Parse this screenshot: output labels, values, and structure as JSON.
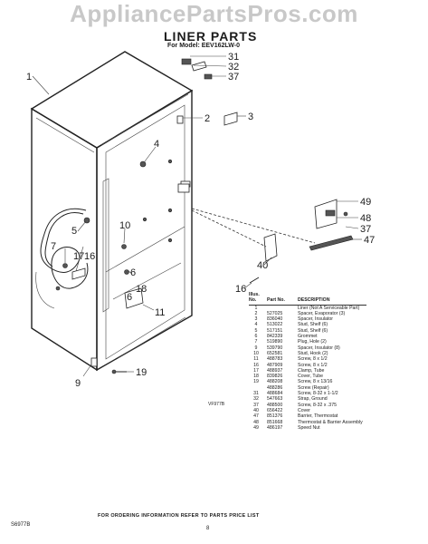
{
  "watermark": "AppliancePartsPros.com",
  "header": {
    "title": "LINER PARTS",
    "model": "For Model: EEV162LW-0"
  },
  "callouts": {
    "c1": "1",
    "c2": "2",
    "c3": "3",
    "c4": "4",
    "c5": "5",
    "c6a": "6",
    "c6b": "6",
    "c7": "7",
    "c9": "9",
    "c10": "10",
    "c11": "11",
    "c16a": "16",
    "c16b": "16",
    "c17": "17",
    "c18": "18",
    "c19": "19",
    "c31": "31",
    "c32": "32",
    "c37a": "37",
    "c37b": "37",
    "c40": "40",
    "c47": "47",
    "c48": "48",
    "c49": "49"
  },
  "figure_code": "VF977B",
  "parts_table": {
    "headers": {
      "illus": "Illus. No.",
      "part": "Part No.",
      "desc": "DESCRIPTION"
    },
    "rows": [
      {
        "illus": "1",
        "part": "",
        "desc": "Liner (Not A Serviceable Part)"
      },
      {
        "illus": "2",
        "part": "527025",
        "desc": "Spacer, Evaporator (3)"
      },
      {
        "illus": "3",
        "part": "836040",
        "desc": "Spacer, Insulator"
      },
      {
        "illus": "4",
        "part": "513022",
        "desc": "Stud, Shelf (6)"
      },
      {
        "illus": "5",
        "part": "517151",
        "desc": "Stud, Shelf (6)"
      },
      {
        "illus": "6",
        "part": "842339",
        "desc": "Grommet"
      },
      {
        "illus": "7",
        "part": "519890",
        "desc": "Plug, Hole (2)"
      },
      {
        "illus": "9",
        "part": "539790",
        "desc": "Spacer, Insulator (8)"
      },
      {
        "illus": "10",
        "part": "652581",
        "desc": "Stud, Hook (2)"
      },
      {
        "illus": "11",
        "part": "488783",
        "desc": "Screw, 8 x 1/2"
      },
      {
        "illus": "16",
        "part": "487909",
        "desc": "Screw, 8 x 1/2"
      },
      {
        "illus": "17",
        "part": "488937",
        "desc": "Clamp, Tube"
      },
      {
        "illus": "18",
        "part": "839826",
        "desc": "Cover, Tube"
      },
      {
        "illus": "19",
        "part": "488208",
        "desc": "Screw, 8 x 13/16"
      },
      {
        "illus": "",
        "part": "488286",
        "desc": "Screw (Repair)"
      },
      {
        "illus": "31",
        "part": "488684",
        "desc": "Screw, 8-32 x 1-1/2"
      },
      {
        "illus": "32",
        "part": "547663",
        "desc": "Strap, Ground"
      },
      {
        "illus": "37",
        "part": "488500",
        "desc": "Screw, 8-32 x .375"
      },
      {
        "illus": "40",
        "part": "656422",
        "desc": "Cover"
      },
      {
        "illus": "47",
        "part": "851376",
        "desc": "Barrier, Thermostat"
      },
      {
        "illus": "48",
        "part": "851668",
        "desc": "Thermostat & Barrier Assembly"
      },
      {
        "illus": "49",
        "part": "486197",
        "desc": "Speed Nut"
      }
    ]
  },
  "footer": "FOR ORDERING INFORMATION REFER TO PARTS PRICE LIST",
  "doc_code": "S6977B",
  "page_number": "8"
}
